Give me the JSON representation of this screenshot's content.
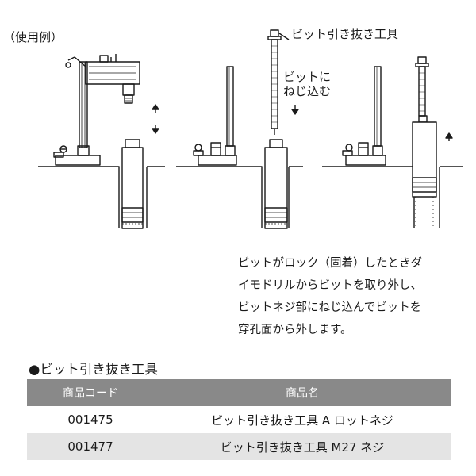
{
  "usage_label": "（使用例）",
  "illustration": {
    "tool_label": "ビット引き抜き工具",
    "screw_label_line1": "ビットに",
    "screw_label_line2": "ねじ込む"
  },
  "description": {
    "lines": [
      "ビットがロック（固着）したときダ",
      "イモドリルからビットを取り外し、",
      "ビットネジ部にねじ込んでビットを",
      "穿孔面から外します。"
    ]
  },
  "section_title": "●ビット引き抜き工具",
  "table": {
    "headers": [
      "商品コード",
      "商品名"
    ],
    "rows": [
      {
        "code": "001475",
        "name": "ビット引き抜き工具 A ロットネジ"
      },
      {
        "code": "001477",
        "name": "ビット引き抜き工具 M27 ネジ"
      }
    ]
  }
}
